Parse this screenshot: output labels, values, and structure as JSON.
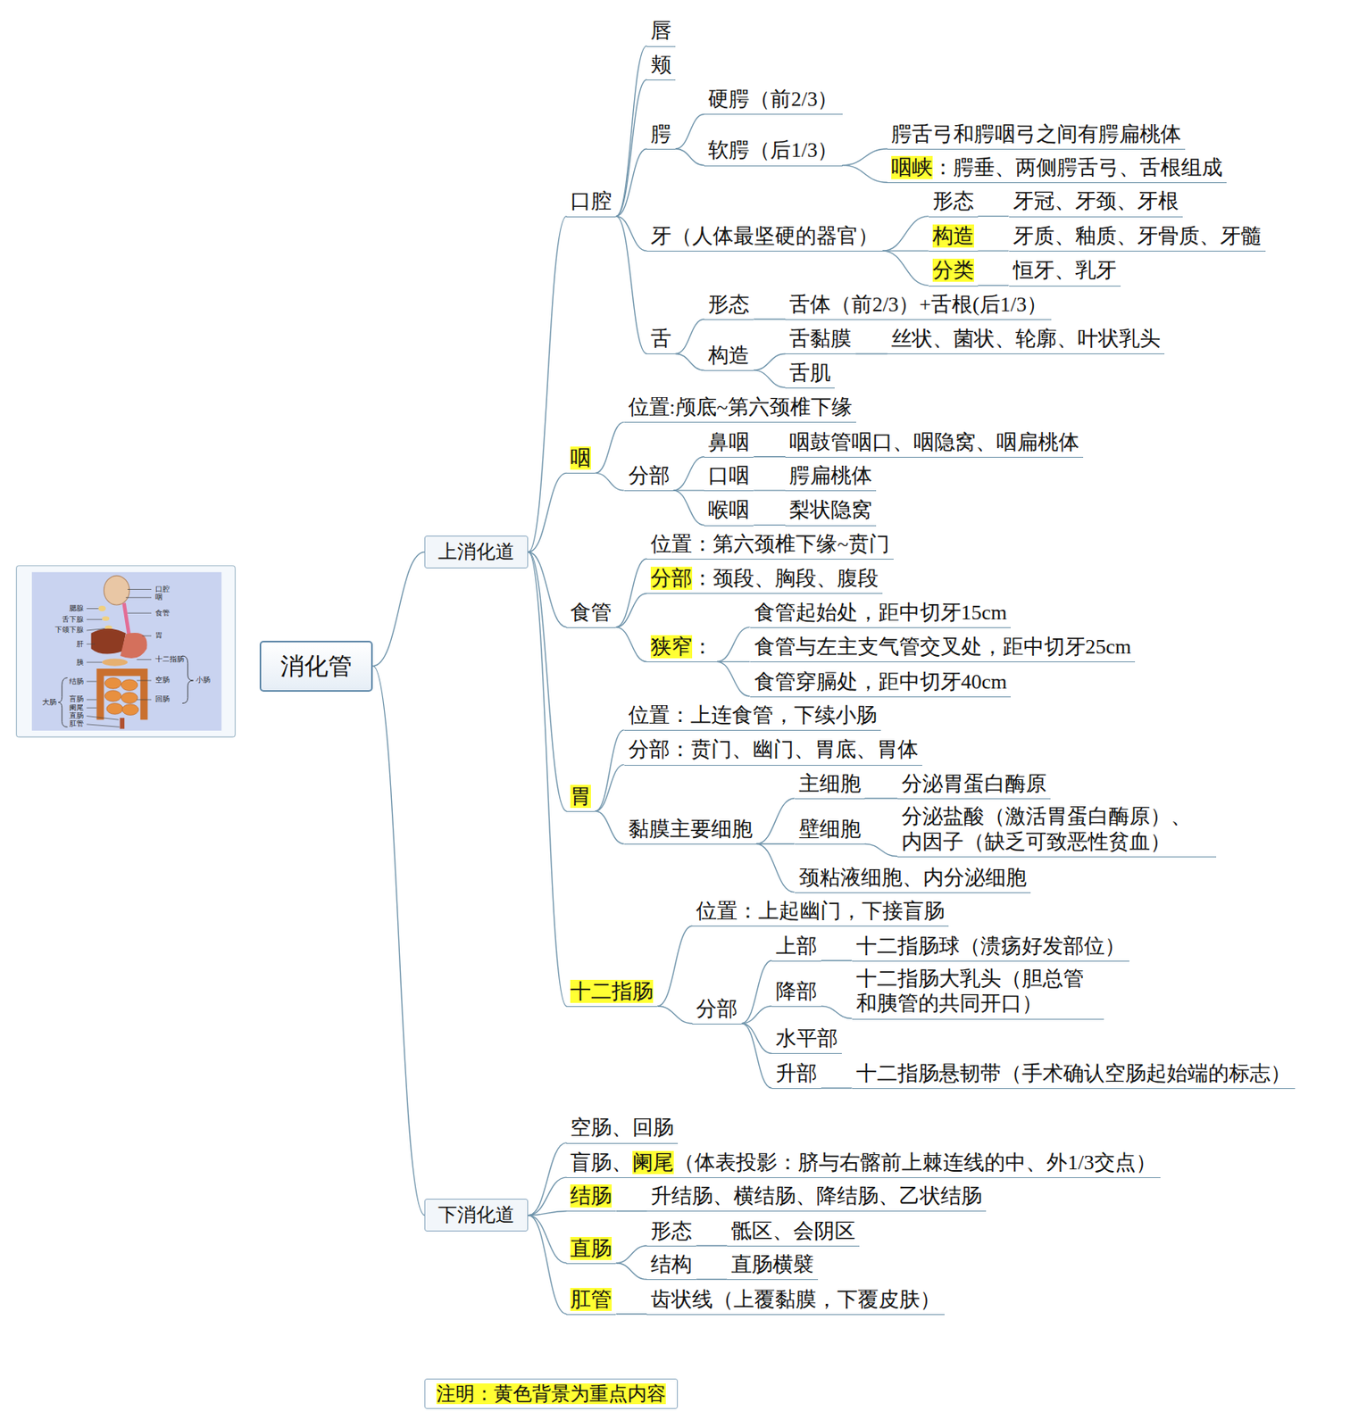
{
  "diagram": {
    "nodes": [
      {
        "text": [
          "消化管"
        ]
      },
      {
        "text": [
          "上消化道"
        ]
      },
      {
        "text": [
          "下消化道"
        ]
      },
      {
        "text": [
          "口腔"
        ]
      },
      {
        "text": [
          "唇"
        ]
      },
      {
        "text": [
          "颊"
        ]
      },
      {
        "text": [
          "腭"
        ]
      },
      {
        "text": [
          "硬腭（前2/3）"
        ]
      },
      {
        "text": [
          "软腭（后1/3）"
        ]
      },
      {
        "text": [
          "腭舌弓和腭咽弓之间有腭扁桃体"
        ]
      },
      {
        "text": [
          "咽峡",
          "：腭垂、两侧腭舌弓、舌根组成"
        ]
      },
      {
        "text": [
          "牙（人体最坚硬的器官）"
        ]
      },
      {
        "text": [
          "形态"
        ]
      },
      {
        "text": [
          "牙冠、牙颈、牙根"
        ]
      },
      {
        "text": [
          "构造"
        ]
      },
      {
        "text": [
          "牙质、釉质、牙骨质、牙髓"
        ]
      },
      {
        "text": [
          "分类"
        ]
      },
      {
        "text": [
          "恒牙、乳牙"
        ]
      },
      {
        "text": [
          "舌"
        ]
      },
      {
        "text": [
          "形态"
        ]
      },
      {
        "text": [
          "舌体（前2/3）+舌根(后1/3）"
        ]
      },
      {
        "text": [
          "构造"
        ]
      },
      {
        "text": [
          "舌黏膜"
        ]
      },
      {
        "text": [
          "丝状、菌状、轮廓、叶状乳头"
        ]
      },
      {
        "text": [
          "舌肌"
        ]
      },
      {
        "text": [
          "咽"
        ]
      },
      {
        "text": [
          "位置:颅底~第六颈椎下缘"
        ]
      },
      {
        "text": [
          "分部"
        ]
      },
      {
        "text": [
          "鼻咽"
        ]
      },
      {
        "text": [
          "咽鼓管咽口、咽隐窝、咽扁桃体"
        ]
      },
      {
        "text": [
          "口咽"
        ]
      },
      {
        "text": [
          "腭扁桃体"
        ]
      },
      {
        "text": [
          "喉咽"
        ]
      },
      {
        "text": [
          "梨状隐窝"
        ]
      },
      {
        "text": [
          "食管"
        ]
      },
      {
        "text": [
          "位置：第六颈椎下缘~贲门"
        ]
      },
      {
        "text": [
          "分部",
          "：颈段、胸段、腹段"
        ]
      },
      {
        "text": [
          "狭窄",
          "："
        ]
      },
      {
        "text": [
          "食管起始处，距中切牙15cm"
        ]
      },
      {
        "text": [
          "食管与左主支气管交叉处，距中切牙25cm"
        ]
      },
      {
        "text": [
          "食管穿膈处，距中切牙40cm"
        ]
      },
      {
        "text": [
          "胃"
        ]
      },
      {
        "text": [
          "位置：上连食管，下续小肠"
        ]
      },
      {
        "text": [
          "分部：贲门、幽门、胃底、胃体"
        ]
      },
      {
        "text": [
          "黏膜主要细胞"
        ]
      },
      {
        "text": [
          "主细胞"
        ]
      },
      {
        "text": [
          "分泌胃蛋白酶原"
        ]
      },
      {
        "text": [
          "壁细胞"
        ]
      },
      {
        "text": [
          "分泌盐酸（激活胃蛋白酶原）、 内因子（缺乏可致恶性贫血）"
        ]
      },
      {
        "text": [
          "颈粘液细胞、内分泌细胞"
        ]
      },
      {
        "text": [
          "十二指肠"
        ]
      },
      {
        "text": [
          "位置：上起幽门，下接盲肠"
        ]
      },
      {
        "text": [
          "分部"
        ]
      },
      {
        "text": [
          "上部"
        ]
      },
      {
        "text": [
          "十二指肠球（溃疡好发部位）"
        ]
      },
      {
        "text": [
          "降部"
        ]
      },
      {
        "text": [
          "十二指肠大乳头（胆总管 和胰管的共同开口）"
        ]
      },
      {
        "text": [
          "水平部"
        ]
      },
      {
        "text": [
          "升部"
        ]
      },
      {
        "text": [
          "十二指肠悬韧带（手术确认空肠起始端的标志）"
        ]
      },
      {
        "text": [
          "空肠、回肠"
        ]
      },
      {
        "text": [
          "盲肠、",
          "阑尾",
          "（体表投影：脐与右髂前上棘连线的中、外1/3交点）"
        ]
      },
      {
        "text": [
          "结肠"
        ]
      },
      {
        "text": [
          "升结肠、横结肠、降结肠、乙状结肠"
        ]
      },
      {
        "text": [
          "直肠"
        ]
      },
      {
        "text": [
          "形态"
        ]
      },
      {
        "text": [
          "骶区、会阴区"
        ]
      },
      {
        "text": [
          "结构"
        ]
      },
      {
        "text": [
          "直肠横襞"
        ]
      },
      {
        "text": [
          "肛管"
        ]
      },
      {
        "text": [
          "齿状线（上覆黏膜，下覆皮肤）"
        ]
      },
      {
        "text": [
          "注明：黄色背景为重点内容"
        ]
      }
    ],
    "edges": [
      {
        "from": 0,
        "to": 1,
        "arrow": "none"
      },
      {
        "from": 0,
        "to": 2,
        "arrow": "none"
      },
      {
        "from": 1,
        "to": 3,
        "arrow": "none"
      },
      {
        "from": 3,
        "to": 4,
        "arrow": "none"
      },
      {
        "from": 3,
        "to": 5,
        "arrow": "none"
      },
      {
        "from": 3,
        "to": 6,
        "arrow": "none"
      },
      {
        "from": 6,
        "to": 7,
        "arrow": "none"
      },
      {
        "from": 6,
        "to": 8,
        "arrow": "none"
      },
      {
        "from": 8,
        "to": 9,
        "arrow": "none"
      },
      {
        "from": 8,
        "to": 10,
        "arrow": "none"
      },
      {
        "from": 3,
        "to": 11,
        "arrow": "none"
      },
      {
        "from": 11,
        "to": 12,
        "arrow": "none"
      },
      {
        "from": 12,
        "to": 13,
        "arrow": "none"
      },
      {
        "from": 11,
        "to": 14,
        "arrow": "none"
      },
      {
        "from": 14,
        "to": 15,
        "arrow": "none"
      },
      {
        "from": 11,
        "to": 16,
        "arrow": "none"
      },
      {
        "from": 16,
        "to": 17,
        "arrow": "none"
      },
      {
        "from": 3,
        "to": 18,
        "arrow": "none"
      },
      {
        "from": 18,
        "to": 19,
        "arrow": "none"
      },
      {
        "from": 19,
        "to": 20,
        "arrow": "none"
      },
      {
        "from": 18,
        "to": 21,
        "arrow": "none"
      },
      {
        "from": 21,
        "to": 22,
        "arrow": "none"
      },
      {
        "from": 22,
        "to": 23,
        "arrow": "none"
      },
      {
        "from": 21,
        "to": 24,
        "arrow": "none"
      },
      {
        "from": 1,
        "to": 25,
        "arrow": "none"
      },
      {
        "from": 25,
        "to": 26,
        "arrow": "none"
      },
      {
        "from": 25,
        "to": 27,
        "arrow": "none"
      },
      {
        "from": 27,
        "to": 28,
        "arrow": "none"
      },
      {
        "from": 28,
        "to": 29,
        "arrow": "none"
      },
      {
        "from": 27,
        "to": 30,
        "arrow": "none"
      },
      {
        "from": 30,
        "to": 31,
        "arrow": "none"
      },
      {
        "from": 27,
        "to": 32,
        "arrow": "none"
      },
      {
        "from": 32,
        "to": 33,
        "arrow": "none"
      },
      {
        "from": 1,
        "to": 34,
        "arrow": "none"
      },
      {
        "from": 34,
        "to": 35,
        "arrow": "none"
      },
      {
        "from": 34,
        "to": 36,
        "arrow": "none"
      },
      {
        "from": 34,
        "to": 37,
        "arrow": "none"
      },
      {
        "from": 37,
        "to": 38,
        "arrow": "none"
      },
      {
        "from": 37,
        "to": 39,
        "arrow": "none"
      },
      {
        "from": 37,
        "to": 40,
        "arrow": "none"
      },
      {
        "from": 1,
        "to": 41,
        "arrow": "none"
      },
      {
        "from": 41,
        "to": 42,
        "arrow": "none"
      },
      {
        "from": 41,
        "to": 43,
        "arrow": "none"
      },
      {
        "from": 41,
        "to": 44,
        "arrow": "none"
      },
      {
        "from": 44,
        "to": 45,
        "arrow": "none"
      },
      {
        "from": 45,
        "to": 46,
        "arrow": "none"
      },
      {
        "from": 44,
        "to": 47,
        "arrow": "none"
      },
      {
        "from": 47,
        "to": 48,
        "arrow": "none"
      },
      {
        "from": 44,
        "to": 49,
        "arrow": "none"
      },
      {
        "from": 1,
        "to": 50,
        "arrow": "none"
      },
      {
        "from": 50,
        "to": 51,
        "arrow": "none"
      },
      {
        "from": 50,
        "to": 52,
        "arrow": "none"
      },
      {
        "from": 52,
        "to": 53,
        "arrow": "none"
      },
      {
        "from": 53,
        "to": 54,
        "arrow": "none"
      },
      {
        "from": 52,
        "to": 55,
        "arrow": "none"
      },
      {
        "from": 55,
        "to": 56,
        "arrow": "none"
      },
      {
        "from": 52,
        "to": 57,
        "arrow": "none"
      },
      {
        "from": 52,
        "to": 58,
        "arrow": "none"
      },
      {
        "from": 58,
        "to": 59,
        "arrow": "none"
      },
      {
        "from": 2,
        "to": 60,
        "arrow": "none"
      },
      {
        "from": 2,
        "to": 61,
        "arrow": "none"
      },
      {
        "from": 2,
        "to": 62,
        "arrow": "none"
      },
      {
        "from": 62,
        "to": 63,
        "arrow": "none"
      },
      {
        "from": 2,
        "to": 64,
        "arrow": "none"
      },
      {
        "from": 64,
        "to": 65,
        "arrow": "none"
      },
      {
        "from": 65,
        "to": 66,
        "arrow": "none"
      },
      {
        "from": 64,
        "to": 67,
        "arrow": "none"
      },
      {
        "from": 67,
        "to": 68,
        "arrow": "none"
      },
      {
        "from": 2,
        "to": 69,
        "arrow": "none"
      },
      {
        "from": 69,
        "to": 70,
        "arrow": "none"
      }
    ],
    "labels": [
      "口腔",
      "咽",
      "腮腺",
      "食管",
      "舌下腺",
      "下颌下腺",
      "胃",
      "肝",
      "胰",
      "十二指肠",
      "结肠",
      "空肠",
      "小肠",
      "大肠",
      "盲肠",
      "回肠",
      "阑尾",
      "直肠",
      "肛管"
    ]
  }
}
